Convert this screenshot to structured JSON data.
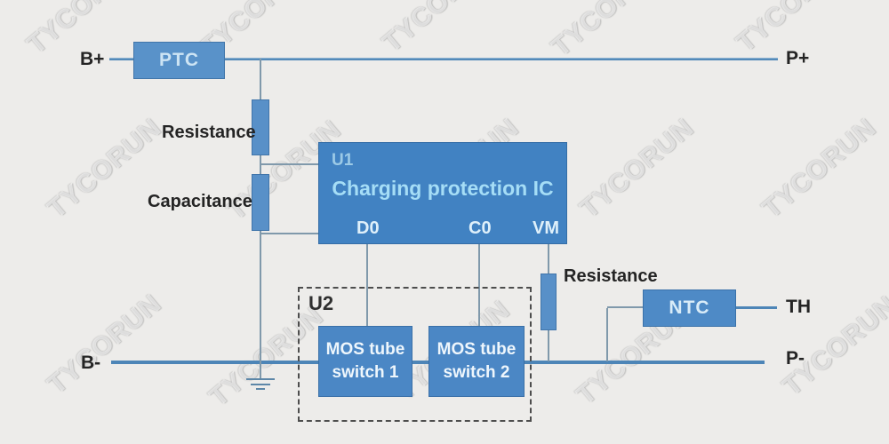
{
  "watermark": {
    "text": "TYCORUN"
  },
  "terminals": {
    "b_plus": "B+",
    "p_plus": "P+",
    "b_minus": "B-",
    "p_minus": "P-",
    "th": "TH"
  },
  "labels": {
    "resistance_top": "Resistance",
    "capacitance": "Capacitance",
    "resistance_right": "Resistance"
  },
  "components": {
    "ptc": {
      "label": "PTC"
    },
    "u1": {
      "ref": "U1",
      "name": "Charging protection IC",
      "pins": {
        "d0": "D0",
        "c0": "C0",
        "vm": "VM"
      }
    },
    "u2": {
      "ref": "U2",
      "mos1": {
        "line1": "MOS tube",
        "line2": "switch 1"
      },
      "mos2": {
        "line1": "MOS tube",
        "line2": "switch 2"
      }
    },
    "ntc": {
      "label": "NTC"
    }
  },
  "colors": {
    "background": "#edecea",
    "box_blue": "#4182c2",
    "box_blue_light": "#5992c9",
    "wire_main": "#4d85b7",
    "wire_thin": "#8099ab",
    "label_text": "#242424",
    "ic_title_text": "#a5ddf6"
  }
}
